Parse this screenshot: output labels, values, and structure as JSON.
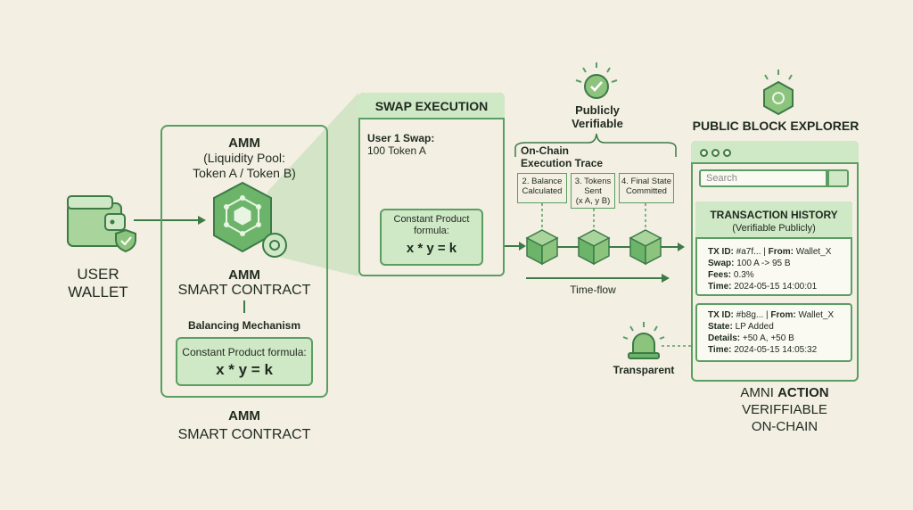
{
  "wallet": {
    "label_line1": "USER",
    "label_line2": "WALLET"
  },
  "amm": {
    "title": "AMM",
    "subtitle_line1": "(Liquidity Pool:",
    "subtitle_line2": "Token A / Token B)",
    "name": "AMM",
    "smart_contract": "SMART CONTRACT",
    "balancing": "Balancing Mechanism",
    "formula_label": "Constant Product formula:",
    "formula": "x * y = k",
    "bottom_line1": "AMM",
    "bottom_line2": "SMART CONTRACT"
  },
  "swap": {
    "title": "SWAP EXECUTION",
    "user_line1": "User 1 Swap:",
    "user_line2": "100 Token A",
    "formula_line1": "Constant Product",
    "formula_line2": "formula:",
    "formula": "x * y = k"
  },
  "trace": {
    "publicly_line1": "Publicly",
    "publicly_line2": "Verifiable",
    "title_line1": "On-Chain",
    "title_line2": "Execution Trace",
    "step1_line1": "2. Balance",
    "step1_line2": "Calculated",
    "step2_line1": "3. Tokens",
    "step2_line2": "Sent",
    "step2_line3": "(x A, y B)",
    "step3_line1": "4. Final State",
    "step3_line2": "Committed",
    "timeflow": "Time-flow",
    "transparent": "Transparent"
  },
  "explorer": {
    "title": "PUBLIC BLOCK EXPLORER",
    "search_placeholder": "Search",
    "history_title": "TRANSACTION HISTORY",
    "history_sub": "(Verifiable Publicly)",
    "tx1": {
      "id_label": "TX ID:",
      "id": "#a7f...",
      "from_label": "From:",
      "from": "Wallet_X",
      "swap_label": "Swap:",
      "swap": "100 A -> 95 B",
      "fees_label": "Fees:",
      "fees": "0.3%",
      "time_label": "Time:",
      "time": "2024-05-15 14:00:01"
    },
    "tx2": {
      "id_label": "TX ID:",
      "id": "#b8g...",
      "from_label": "From:",
      "from": "Wallet_X",
      "state_label": "State:",
      "state": "LP Added",
      "details_label": "Details:",
      "details": "+50 A, +50 B",
      "time_label": "Time:",
      "time": "2024-05-15 14:05:32"
    },
    "footer_line1a": "AMNI",
    "footer_line1b": "ACTION",
    "footer_line2": "VERIFFIABLE",
    "footer_line3": "ON-CHAIN"
  },
  "colors": {
    "accent": "#5a9e63",
    "accent_light": "#cfe8c6",
    "dark": "#3c7a46",
    "background": "#f3efe3"
  }
}
